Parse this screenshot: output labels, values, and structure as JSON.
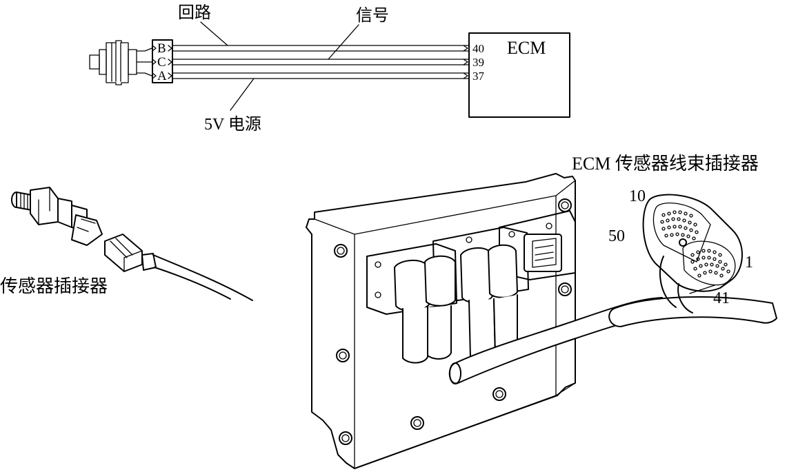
{
  "wiring": {
    "return_label": "回路",
    "signal_label": "信号",
    "power_label": "5V 电源",
    "ecm_label": "ECM",
    "connector_pins": [
      "B",
      "C",
      "A"
    ],
    "ecm_pins": [
      "40",
      "39",
      "37"
    ]
  },
  "sensor": {
    "connector_label": "传感器插接器"
  },
  "ecm_unit": {
    "harness_label": "ECM 传感器线束插接器",
    "pin_labels": [
      "10",
      "50",
      "1",
      "41"
    ]
  }
}
